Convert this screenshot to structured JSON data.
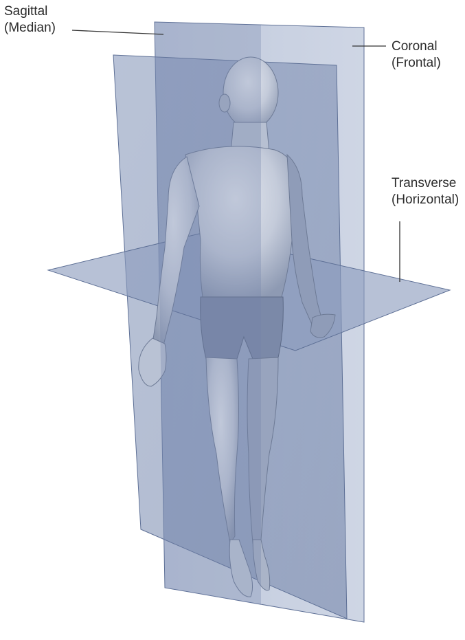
{
  "labels": {
    "sagittal": {
      "line1": "Sagittal",
      "line2": "(Median)"
    },
    "coronal": {
      "line1": "Coronal",
      "line2": "(Frontal)"
    },
    "transverse": {
      "line1": "Transverse",
      "line2": "(Horizontal)"
    }
  },
  "colors": {
    "background": "#ffffff",
    "plane_fill": "#8a9bbd",
    "plane_edge": "#5d6f95",
    "body_skin": "#c9d0de",
    "body_shadow": "#7f8ca8",
    "label_text": "#2b2b2b",
    "leader_line": "#333333"
  }
}
